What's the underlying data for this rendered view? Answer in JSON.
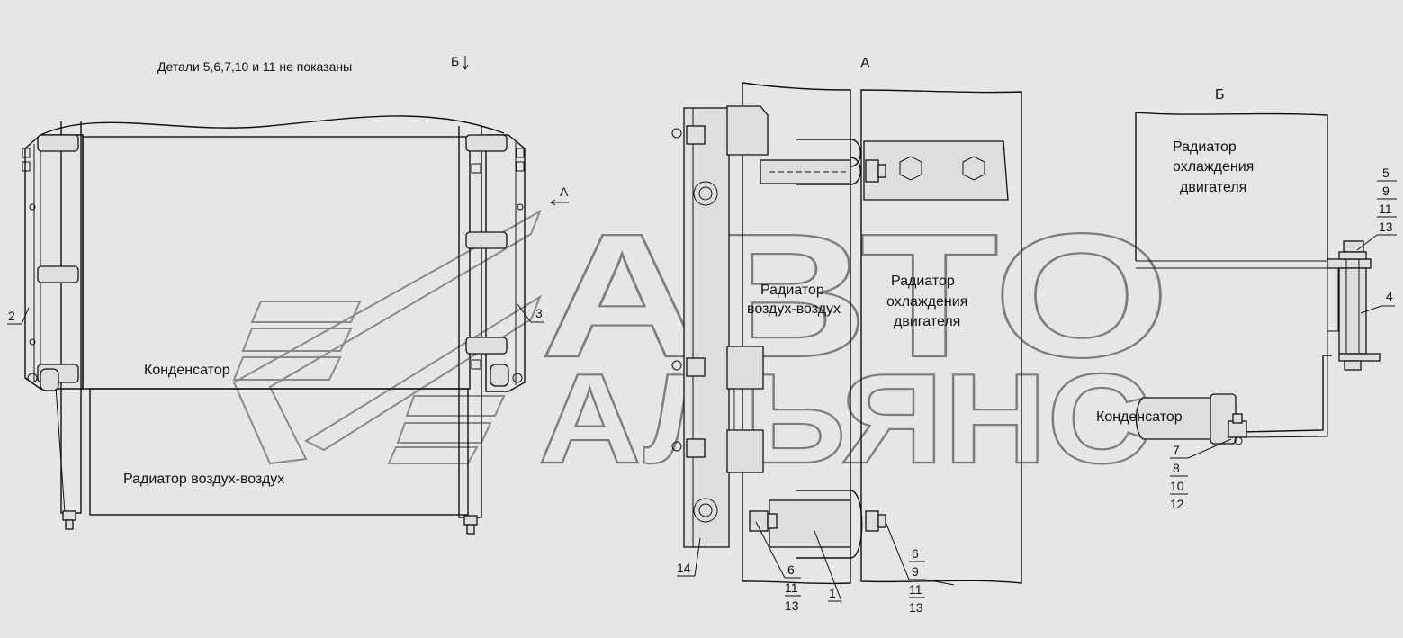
{
  "notes": {
    "hidden_parts": "Детали 5,6,7,10 и 11 не показаны"
  },
  "views": {
    "left": {
      "label_b_arrow": "Б",
      "label_a_arrow": "А",
      "condenser": "Конденсатор",
      "radiator_air": "Радиатор воздух-воздух",
      "callout_2": "2",
      "callout_3": "3"
    },
    "middle": {
      "title": "А",
      "radiator_air_l1": "Радиатор",
      "radiator_air_l2": "воздух-воздух",
      "radiator_cool_l1": "Радиатор",
      "radiator_cool_l2": "охлаждения",
      "radiator_cool_l3": "двигателя",
      "callout_14": "14",
      "callout_1": "1",
      "stack_left": [
        "6",
        "11",
        "13"
      ],
      "stack_right": [
        "6",
        "9",
        "11",
        "13"
      ]
    },
    "right": {
      "title": "Б",
      "radiator_cool_l1": "Радиатор",
      "radiator_cool_l2": "охлаждения",
      "radiator_cool_l3": "двигателя",
      "condenser": "Конденсатор",
      "callout_4": "4",
      "stack_top": [
        "5",
        "9",
        "11",
        "13"
      ],
      "stack_bottom": [
        "7",
        "8",
        "10",
        "12"
      ]
    }
  },
  "watermark": {
    "line1": "АВТО",
    "line2": "АЛЬЯНС"
  },
  "colors": {
    "background": "#e6e6e6",
    "ink": "#111111",
    "watermark": "#7d7d7d"
  }
}
